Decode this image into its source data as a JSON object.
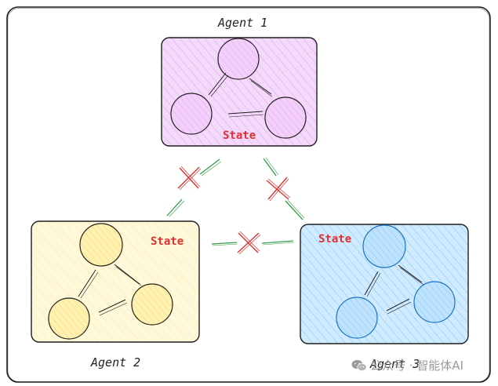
{
  "agents": [
    {
      "label": "Agent 1",
      "state": "State",
      "fill": "#f3d9fa",
      "stroke": "#1e1e1e",
      "node_fill": "#eebefa"
    },
    {
      "label": "Agent 2",
      "state": "State",
      "fill": "#fff9db",
      "stroke": "#1e1e1e",
      "node_fill": "#ffec99"
    },
    {
      "label": "Agent 3",
      "state": "State",
      "fill": "#d0ebff",
      "stroke": "#1971c2",
      "node_fill": "#a5d8ff"
    }
  ],
  "colors": {
    "connector": "#2f9e44",
    "blocked_x": "#e03131",
    "state_text": "#e03131"
  },
  "watermark": {
    "icon": "wechat-icon",
    "text": "公众号 · 智能体AI"
  }
}
